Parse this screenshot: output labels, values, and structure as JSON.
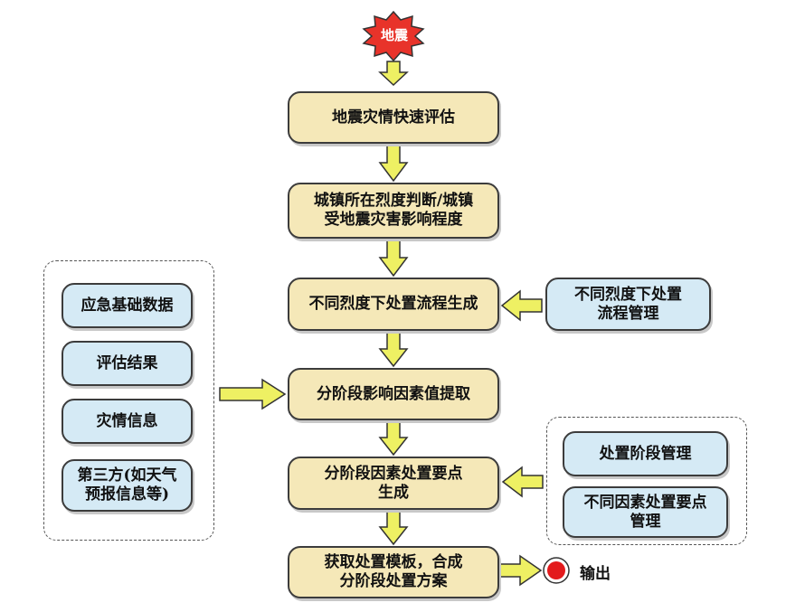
{
  "colors": {
    "step_fill": "#f5e8b8",
    "side_fill": "#d5eaf5",
    "arrow_fill": "#eef063",
    "star_fill": "#e8332a",
    "output_dot": "#e31a1c"
  },
  "start": {
    "label": "地震"
  },
  "steps": [
    "地震灾情快速评估",
    "城镇所在烈度判断/城镇\n受地震灾害影响程度",
    "不同烈度下处置流程生成",
    "分阶段影响因素值提取",
    "分阶段因素处置要点\n生成",
    "获取处置模板，合成\n分阶段处置方案"
  ],
  "left_group": [
    "应急基础数据",
    "评估结果",
    "灾情信息",
    "第三方(如天气\n预报信息等)"
  ],
  "right_single": "不同烈度下处置\n流程管理",
  "right_group": [
    "处置阶段管理",
    "不同因素处置要点\n管理"
  ],
  "output": {
    "label": "输出"
  }
}
